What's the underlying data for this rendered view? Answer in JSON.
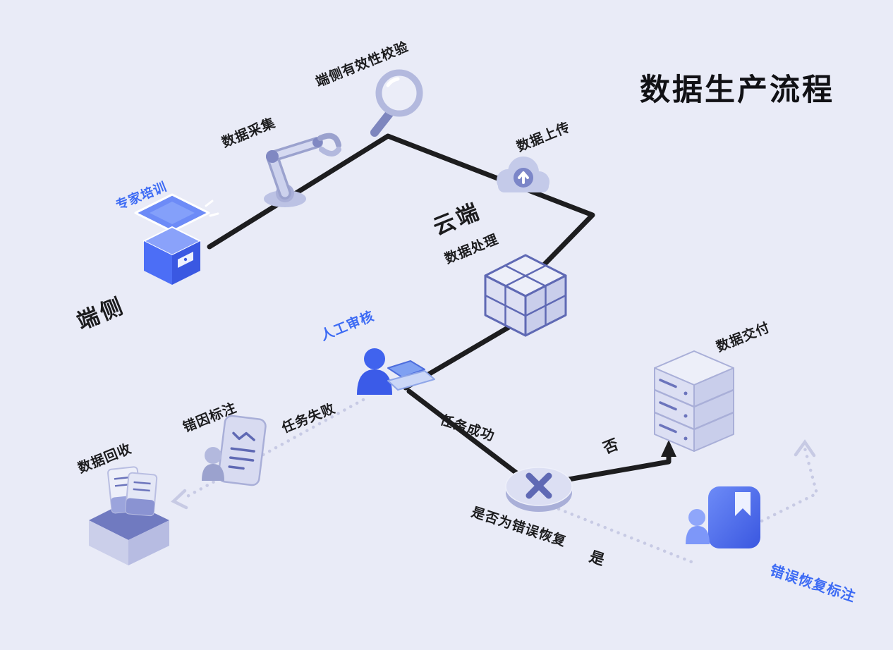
{
  "title": "数据生产流程",
  "zones": {
    "edge": "端侧",
    "cloud": "云端"
  },
  "nodes": {
    "expert_training": "专家培训",
    "data_collection": "数据采集",
    "edge_validation": "端侧有效性校验",
    "data_upload": "数据上传",
    "data_processing": "数据处理",
    "manual_review": "人工审核",
    "error_cause_annotation": "错因标注",
    "data_recycle": "数据回收",
    "decision_question": "是否为错误恢复",
    "data_delivery": "数据交付",
    "error_recovery_annotation": "错误恢复标注"
  },
  "edges": {
    "task_failed": "任务失败",
    "task_success": "任务成功",
    "no": "否",
    "yes": "是"
  },
  "icons": {
    "expert_training": "podium-icon",
    "data_collection": "robot-arm-icon",
    "edge_validation": "magnifier-icon",
    "data_upload": "cloud-upload-icon",
    "data_processing": "cube-icon",
    "manual_review": "person-laptop-icon",
    "error_cause_annotation": "document-person-icon",
    "data_recycle": "archive-box-icon",
    "decision_question": "x-decision-icon",
    "data_delivery": "server-icon",
    "error_recovery_annotation": "book-person-icon"
  },
  "colors": {
    "background": "#E9EBF7",
    "flow_line": "#1D1D1F",
    "dotted_line": "#C7CAE4",
    "accent_blue": "#3D6BF4",
    "icon_lavender": "#CDD1EB",
    "icon_purple": "#6B74BC",
    "text_dark": "#1C1C1E"
  }
}
